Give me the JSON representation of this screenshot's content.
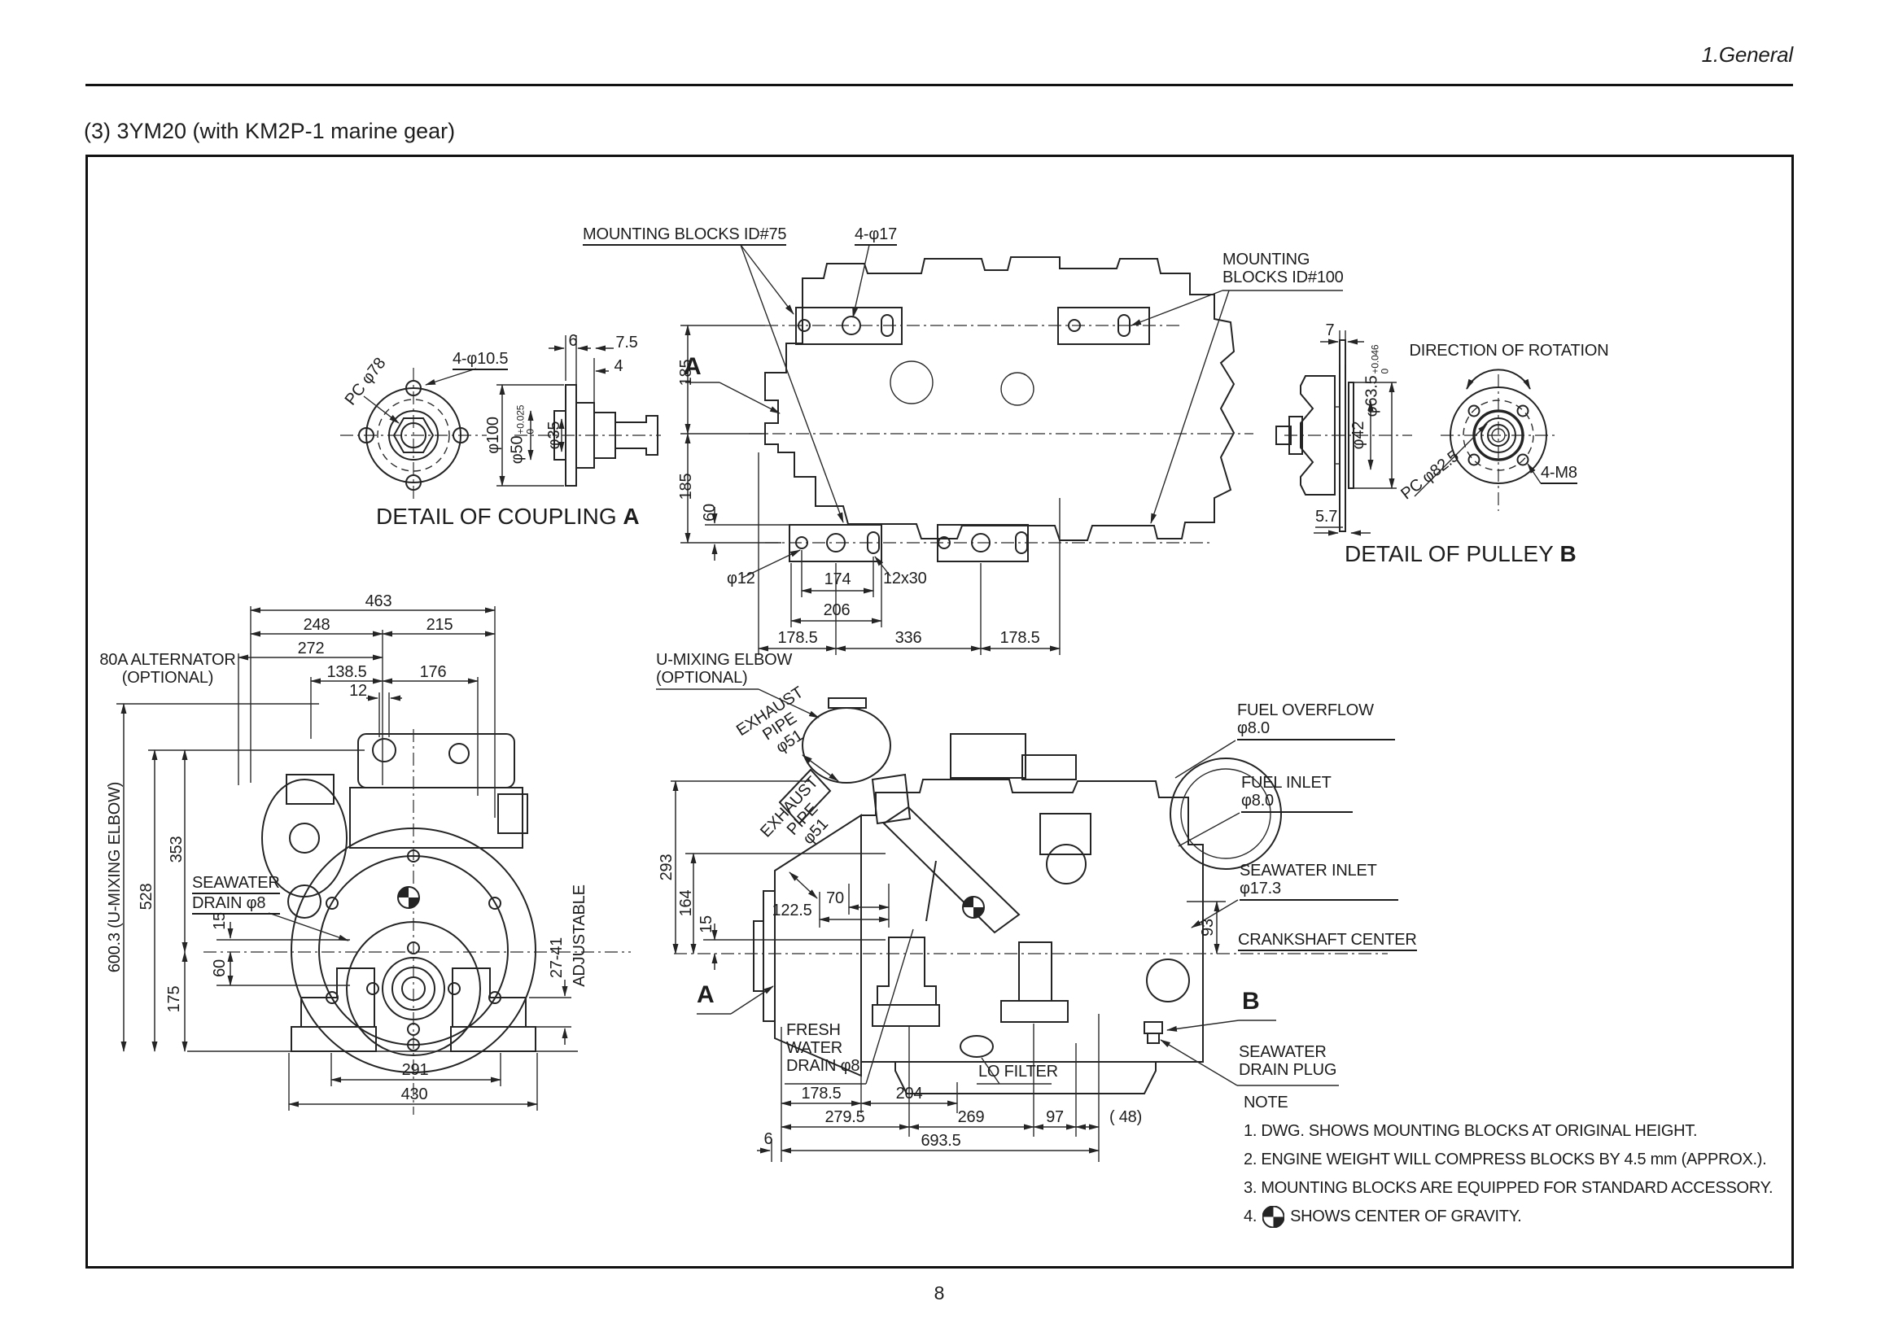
{
  "page": {
    "section_header": "1.General",
    "title": "(3)  3YM20 (with KM2P-1 marine gear)",
    "page_number": "8"
  },
  "coupling_detail": {
    "caption": "DETAIL OF COUPLING",
    "ref": "A",
    "pc_diameter": "PC φ78",
    "bolt_holes": "4-φ10.5",
    "dim_6": "6",
    "dim_7_5": "7.5",
    "dim_4": "4",
    "dia_100": "φ100",
    "dia_50": "φ50",
    "dia_50_tol_upper": "+0.025",
    "dia_50_tol_lower": "0",
    "dia_35": "φ35"
  },
  "top_view": {
    "mounting_blocks_id75": "MOUNTING BLOCKS ID#75",
    "bolt_holes_4_17": "4-φ17",
    "mounting_blocks_id100_line1": "MOUNTING",
    "mounting_blocks_id100_line2": "BLOCKS ID#100",
    "section_ref": "A",
    "dim_185_upper": "185",
    "dim_185_lower": "185",
    "dim_60": "60",
    "dia_12": "φ12",
    "dim_174": "174",
    "slot_12x30": "12x30",
    "dim_206": "206",
    "dim_178_5_left": "178.5",
    "dim_336": "336",
    "dim_178_5_right": "178.5"
  },
  "pulley_detail": {
    "caption": "DETAIL OF PULLEY",
    "ref": "B",
    "dim_7": "7",
    "dia_63_5": "φ63.5",
    "dia_63_5_tol_upper": "+0.046",
    "dia_63_5_tol_lower": "0",
    "dia_42": "φ42",
    "dim_5_7": "5.7",
    "direction_of_rotation": "DIRECTION OF ROTATION",
    "pc_diameter": "PC φ82.5",
    "bolt_holes": "4-M8"
  },
  "front_view": {
    "alternator_line1": "80A ALTERNATOR",
    "alternator_line2": "(OPTIONAL)",
    "dim_463": "463",
    "dim_248": "248",
    "dim_215": "215",
    "dim_272": "272",
    "dim_138_5": "138.5",
    "dim_176": "176",
    "dim_12": "12",
    "dim_600_3": "600.3 (U-MIXING ELBOW)",
    "dim_528": "528",
    "dim_353": "353",
    "seawater_drain_line1": "SEAWATER",
    "seawater_drain_line2": "DRAIN φ8",
    "dim_15": "15",
    "dim_60": "60",
    "dim_175": "175",
    "dim_291": "291",
    "dim_430": "430",
    "dim_27_41": "27-41",
    "adjustable": "ADJUSTABLE"
  },
  "side_view": {
    "u_mixing_elbow_line1": "U-MIXING ELBOW",
    "u_mixing_elbow_line2": "(OPTIONAL)",
    "exhaust_pipe_lines": [
      "EXHAUST",
      "PIPE",
      "φ51"
    ],
    "dim_293": "293",
    "dim_164": "164",
    "dim_15": "15",
    "dim_122_5": "122.5",
    "dim_70": "70",
    "section_ref_a": "A",
    "section_ref_b": "B",
    "fresh_water_drain_lines": [
      "FRESH",
      "WATER",
      "DRAIN φ8"
    ],
    "lo_filter": "LO FILTER",
    "fuel_overflow_line1": "FUEL OVERFLOW",
    "fuel_overflow_line2": "φ8.0",
    "fuel_inlet_line1": "FUEL INLET",
    "fuel_inlet_line2": "φ8.0",
    "seawater_inlet_line1": "SEAWATER INLET",
    "seawater_inlet_line2": "φ17.3",
    "crankshaft_center": "CRANKSHAFT CENTER",
    "dim_93": "93",
    "seawater_drain_plug_line1": "SEAWATER",
    "seawater_drain_plug_line2": "DRAIN PLUG",
    "dim_178_5": "178.5",
    "dim_204": "204",
    "dim_279_5": "279.5",
    "dim_269": "269",
    "dim_97": "97",
    "dim_48": "( 48)",
    "dim_6": "6",
    "dim_693_5": "693.5"
  },
  "note": {
    "title": "NOTE",
    "item_1": "1. DWG. SHOWS MOUNTING BLOCKS AT ORIGINAL HEIGHT.",
    "item_2": "2. ENGINE WEIGHT WILL COMPRESS BLOCKS BY 4.5 mm (APPROX.).",
    "item_3": "3. MOUNTING BLOCKS ARE EQUIPPED FOR STANDARD ACCESSORY.",
    "item_4_prefix": "4.",
    "item_4_suffix": "SHOWS CENTER OF GRAVITY."
  }
}
